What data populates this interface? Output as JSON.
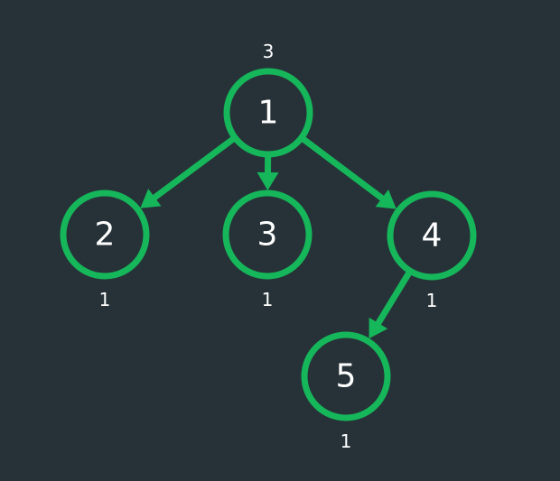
{
  "colors": {
    "background": "#263238",
    "accent": "#16b65a",
    "text": "#ffffff"
  },
  "tree": {
    "nodes": [
      {
        "id": "1",
        "label": "1",
        "count": "3"
      },
      {
        "id": "2",
        "label": "2",
        "count": "1"
      },
      {
        "id": "3",
        "label": "3",
        "count": "1"
      },
      {
        "id": "4",
        "label": "4",
        "count": "1"
      },
      {
        "id": "5",
        "label": "5",
        "count": "1"
      }
    ],
    "edges": [
      {
        "from": "1",
        "to": "2"
      },
      {
        "from": "1",
        "to": "3"
      },
      {
        "from": "1",
        "to": "4"
      },
      {
        "from": "4",
        "to": "5"
      }
    ]
  }
}
